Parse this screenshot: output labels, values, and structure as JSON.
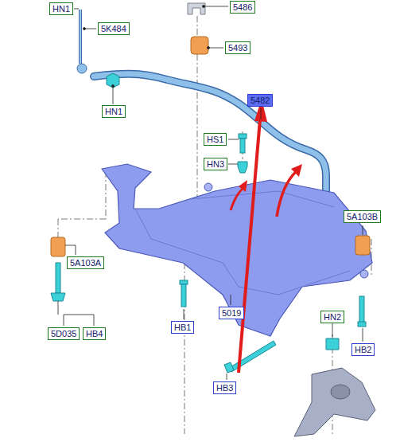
{
  "diagram": {
    "nodes": [
      {
        "text": [
          "HN1"
        ]
      },
      {
        "text": [
          "5486"
        ]
      },
      {
        "text": [
          "5K484"
        ]
      },
      {
        "text": [
          "5493"
        ]
      },
      {
        "text": [
          "HN1"
        ]
      },
      {
        "text": [
          "5482"
        ]
      },
      {
        "text": [
          "HS1"
        ]
      },
      {
        "text": [
          "HN3"
        ]
      },
      {
        "text": [
          "5A103B"
        ]
      },
      {
        "text": [
          "5A103A"
        ]
      },
      {
        "text": [
          "5019"
        ]
      },
      {
        "text": [
          "HB1"
        ]
      },
      {
        "text": [
          "HN2"
        ]
      },
      {
        "text": [
          "5D035"
        ]
      },
      {
        "text": [
          "HB4"
        ]
      },
      {
        "text": [
          "HB2"
        ]
      },
      {
        "text": [
          "HB3"
        ]
      }
    ]
  }
}
